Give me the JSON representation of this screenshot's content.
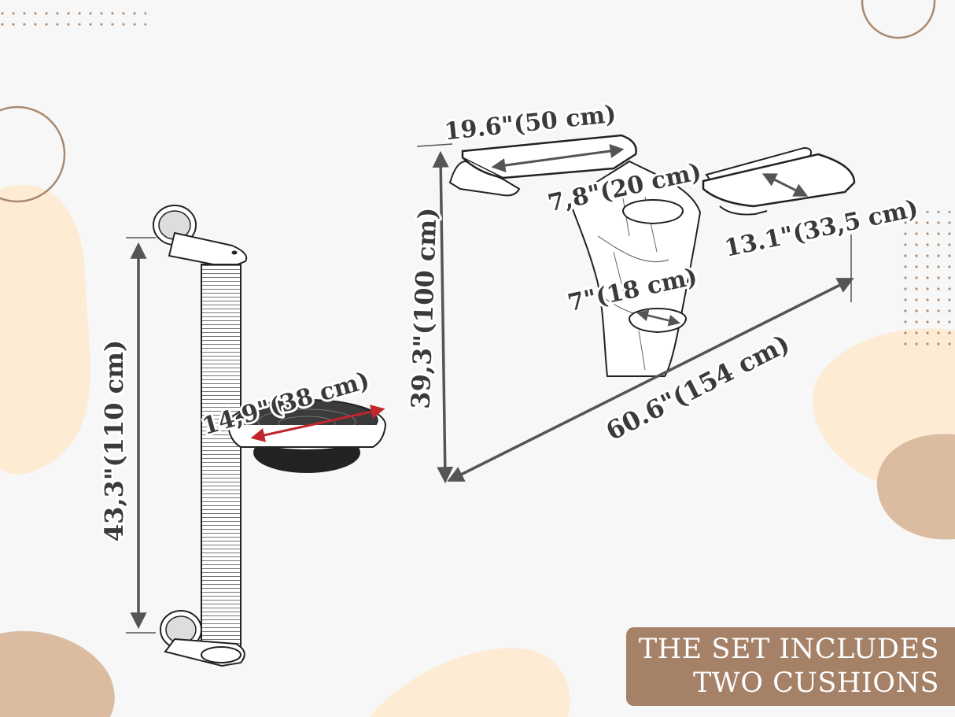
{
  "colors": {
    "background": "#f7f7f7",
    "blob_light": "#fdebd3",
    "blob_tan": "#dcbca0",
    "circle_outline": "#a9896f",
    "dimension_line": "#555555",
    "dimension_text": "#3a3a3a",
    "accent_arrow": "#c0262b",
    "banner_bg": "#a58168",
    "banner_text": "#ffffff"
  },
  "icons": {
    "scratching_post": "scratching-post-with-bowl-icon",
    "wall_shelves": "wall-shelf-set-icon"
  },
  "dimensions": {
    "post_height": "43,3\"(110 cm)",
    "bowl_diameter": "14,9\"(38 cm)",
    "shelf_width": "19.6\"(50 cm)",
    "shelf_depth": "7,8\"(20 cm)",
    "side_shelf_depth": "13.1\"(33,5 cm)",
    "step_diameter": "7\"(18 cm)",
    "set_height": "39,3\"(100 cm)",
    "set_length": "60.6\"(154 cm)"
  },
  "banner": {
    "line1": "THE SET INCLUDES",
    "line2": "TWO CUSHIONS"
  }
}
